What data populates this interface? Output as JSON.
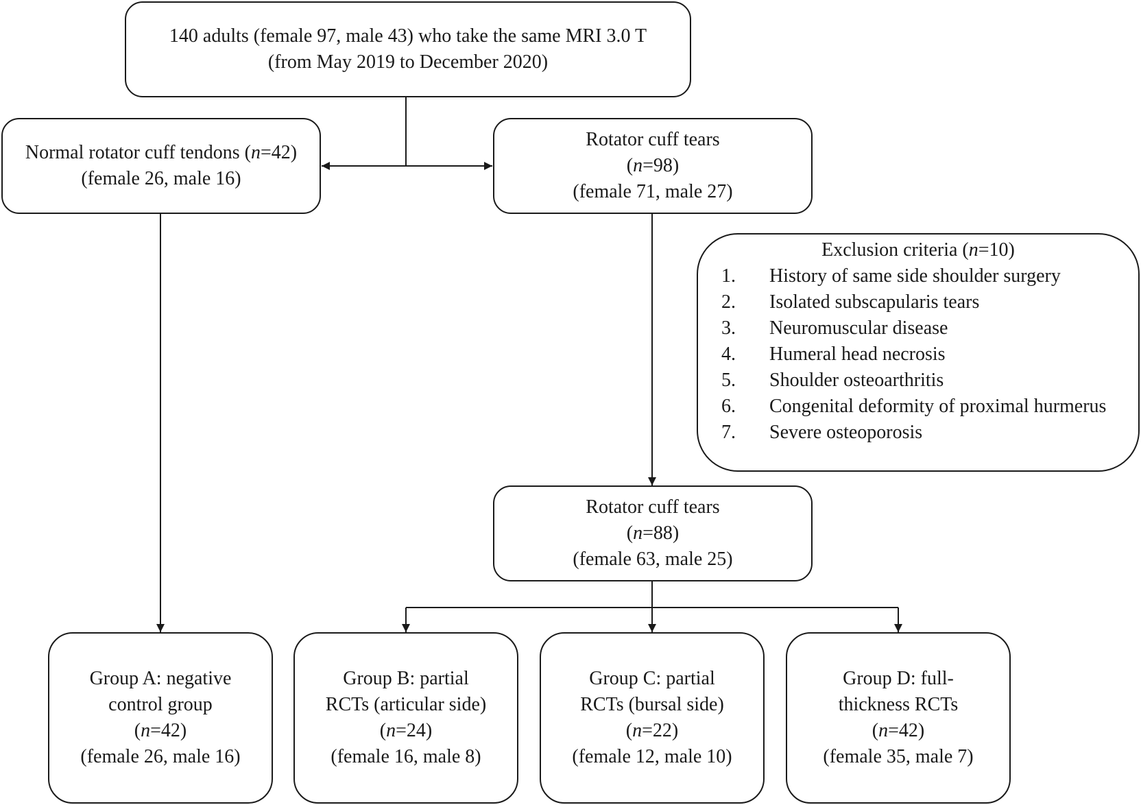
{
  "top": {
    "line1": "140 adults (female 97, male 43) who take the same MRI 3.0 T",
    "line2": "(from May 2019 to December 2020)"
  },
  "normal": {
    "line1_text": "Normal rotator cuff tendons (",
    "n_symbol": "n",
    "line1_tail": "=42)",
    "line2": "(female 26, male 16)"
  },
  "tears98": {
    "line1": "Rotator cuff tears",
    "n_open": "(",
    "n_symbol": "n",
    "n_tail": "=98)",
    "line3": "(female 71, male 27)"
  },
  "exclusion": {
    "head_text": "Exclusion criteria (",
    "n_symbol": "n",
    "head_tail": "=10)",
    "items": [
      {
        "num": "1.",
        "text": "History of same side shoulder surgery"
      },
      {
        "num": "2.",
        "text": "Isolated subscapularis tears"
      },
      {
        "num": "3.",
        "text": "Neuromuscular disease"
      },
      {
        "num": "4.",
        "text": "Humeral head necrosis"
      },
      {
        "num": "5.",
        "text": "Shoulder osteoarthritis"
      },
      {
        "num": "6.",
        "text": "Congenital deformity of proximal hurmerus"
      },
      {
        "num": "7.",
        "text": "Severe osteoporosis"
      }
    ]
  },
  "tears88": {
    "line1": "Rotator cuff tears",
    "n_open": "(",
    "n_symbol": "n",
    "n_tail": "=88)",
    "line3": "(female 63, male 25)"
  },
  "groups": [
    {
      "line1": "Group A: negative",
      "line2": "control group",
      "n_open": "(",
      "n_symbol": "n",
      "n_tail": "=42)",
      "line4": "(female 26, male 16)"
    },
    {
      "line1": "Group B: partial",
      "line2": "RCTs (articular side)",
      "n_open": "(",
      "n_symbol": "n",
      "n_tail": "=24)",
      "line4": "(female 16, male 8)"
    },
    {
      "line1": "Group C: partial",
      "line2": "RCTs (bursal side)",
      "n_open": "(",
      "n_symbol": "n",
      "n_tail": "=22)",
      "line4": "(female 12, male 10)"
    },
    {
      "line1": "Group D: full-",
      "line2": "thickness RCTs",
      "n_open": "(",
      "n_symbol": "n",
      "n_tail": "=42)",
      "line4": "(female 35, male 7)"
    }
  ]
}
